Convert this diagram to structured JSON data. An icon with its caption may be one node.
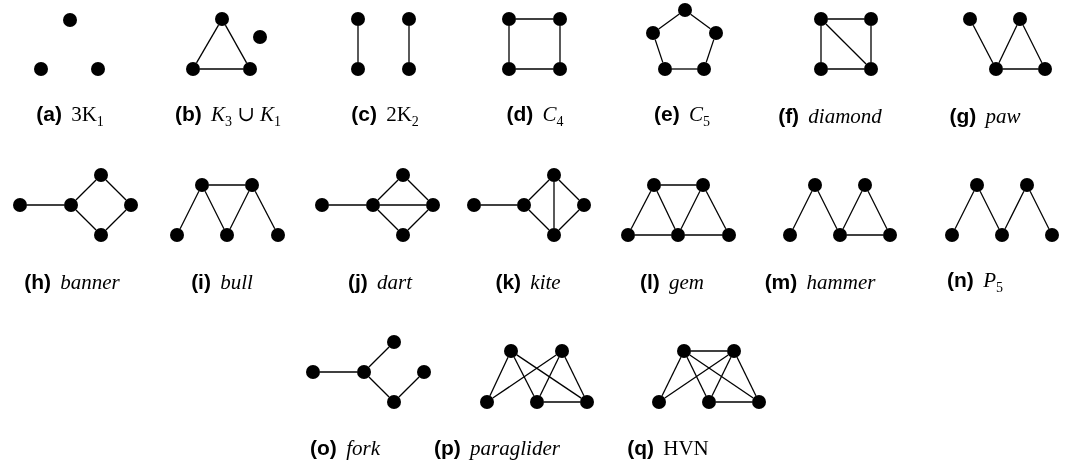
{
  "diagram": {
    "nodes": [
      {
        "text": [],
        "shape": "circle"
      },
      {
        "text": [],
        "shape": "circle"
      },
      {
        "text": [],
        "shape": "circle"
      },
      {
        "text": [],
        "shape": "circle"
      },
      {
        "text": [],
        "shape": "circle"
      },
      {
        "text": [],
        "shape": "circle"
      },
      {
        "text": [],
        "shape": "circle"
      },
      {
        "text": [],
        "shape": "circle"
      },
      {
        "text": [],
        "shape": "circle"
      },
      {
        "text": [],
        "shape": "circle"
      },
      {
        "text": [],
        "shape": "circle"
      },
      {
        "text": [],
        "shape": "circle"
      },
      {
        "text": [],
        "shape": "circle"
      },
      {
        "text": [],
        "shape": "circle"
      },
      {
        "text": [],
        "shape": "circle"
      },
      {
        "text": [],
        "shape": "circle"
      },
      {
        "text": [],
        "shape": "circle"
      },
      {
        "text": [],
        "shape": "circle"
      },
      {
        "text": [],
        "shape": "circle"
      },
      {
        "text": [],
        "shape": "circle"
      },
      {
        "text": [],
        "shape": "circle"
      },
      {
        "text": [],
        "shape": "circle"
      },
      {
        "text": [],
        "shape": "circle"
      },
      {
        "text": [],
        "shape": "circle"
      },
      {
        "text": [],
        "shape": "circle"
      },
      {
        "text": [],
        "shape": "circle"
      },
      {
        "text": [],
        "shape": "circle"
      },
      {
        "text": [],
        "shape": "circle"
      },
      {
        "text": [],
        "shape": "circle"
      },
      {
        "text": [],
        "shape": "circle"
      },
      {
        "text": [],
        "shape": "circle"
      },
      {
        "text": [],
        "shape": "circle"
      },
      {
        "text": [],
        "shape": "circle"
      },
      {
        "text": [],
        "shape": "circle"
      },
      {
        "text": [],
        "shape": "circle"
      },
      {
        "text": [],
        "shape": "circle"
      },
      {
        "text": [],
        "shape": "circle"
      },
      {
        "text": [],
        "shape": "circle"
      },
      {
        "text": [],
        "shape": "circle"
      },
      {
        "text": [],
        "shape": "circle"
      },
      {
        "text": [],
        "shape": "circle"
      },
      {
        "text": [],
        "shape": "circle"
      },
      {
        "text": [],
        "shape": "circle"
      },
      {
        "text": [],
        "shape": "circle"
      },
      {
        "text": [],
        "shape": "circle"
      },
      {
        "text": [],
        "shape": "circle"
      },
      {
        "text": [],
        "shape": "circle"
      },
      {
        "text": [],
        "shape": "circle"
      },
      {
        "text": [],
        "shape": "circle"
      },
      {
        "text": [],
        "shape": "circle"
      },
      {
        "text": [],
        "shape": "circle"
      },
      {
        "text": [],
        "shape": "circle"
      },
      {
        "text": [],
        "shape": "circle"
      },
      {
        "text": [],
        "shape": "circle"
      },
      {
        "text": [],
        "shape": "circle"
      },
      {
        "text": [],
        "shape": "circle"
      },
      {
        "text": [],
        "shape": "circle"
      },
      {
        "text": [],
        "shape": "circle"
      },
      {
        "text": [],
        "shape": "circle"
      },
      {
        "text": [],
        "shape": "circle"
      },
      {
        "text": [],
        "shape": "circle"
      },
      {
        "text": [],
        "shape": "circle"
      },
      {
        "text": [],
        "shape": "circle"
      },
      {
        "text": [],
        "shape": "circle"
      },
      {
        "text": [],
        "shape": "circle"
      },
      {
        "text": [],
        "shape": "circle"
      },
      {
        "text": [],
        "shape": "circle"
      },
      {
        "text": [],
        "shape": "circle"
      },
      {
        "text": [],
        "shape": "circle"
      },
      {
        "text": [],
        "shape": "circle"
      },
      {
        "text": [],
        "shape": "circle"
      },
      {
        "text": [],
        "shape": "circle"
      },
      {
        "text": [],
        "shape": "circle"
      },
      {
        "text": [],
        "shape": "circle"
      },
      {
        "text": [],
        "shape": "circle"
      },
      {
        "text": [],
        "shape": "circle"
      },
      {
        "text": [],
        "shape": "circle"
      },
      {
        "text": [],
        "shape": "circle"
      }
    ],
    "edges": [
      {
        "from": 3,
        "to": 4,
        "arrow": "none"
      },
      {
        "from": 3,
        "to": 5,
        "arrow": "none"
      },
      {
        "from": 4,
        "to": 5,
        "arrow": "none"
      },
      {
        "from": 7,
        "to": 8,
        "arrow": "none"
      },
      {
        "from": 9,
        "to": 10,
        "arrow": "none"
      },
      {
        "from": 11,
        "to": 12,
        "arrow": "none"
      },
      {
        "from": 11,
        "to": 13,
        "arrow": "none"
      },
      {
        "from": 12,
        "to": 14,
        "arrow": "none"
      },
      {
        "from": 13,
        "to": 14,
        "arrow": "none"
      },
      {
        "from": 15,
        "to": 16,
        "arrow": "none"
      },
      {
        "from": 15,
        "to": 17,
        "arrow": "none"
      },
      {
        "from": 16,
        "to": 18,
        "arrow": "none"
      },
      {
        "from": 17,
        "to": 19,
        "arrow": "none"
      },
      {
        "from": 18,
        "to": 19,
        "arrow": "none"
      },
      {
        "from": 20,
        "to": 21,
        "arrow": "none"
      },
      {
        "from": 20,
        "to": 22,
        "arrow": "none"
      },
      {
        "from": 21,
        "to": 23,
        "arrow": "none"
      },
      {
        "from": 22,
        "to": 23,
        "arrow": "none"
      },
      {
        "from": 20,
        "to": 23,
        "arrow": "none"
      },
      {
        "from": 24,
        "to": 26,
        "arrow": "none"
      },
      {
        "from": 25,
        "to": 26,
        "arrow": "none"
      },
      {
        "from": 25,
        "to": 27,
        "arrow": "none"
      },
      {
        "from": 26,
        "to": 27,
        "arrow": "none"
      },
      {
        "from": 28,
        "to": 29,
        "arrow": "none"
      },
      {
        "from": 29,
        "to": 30,
        "arrow": "none"
      },
      {
        "from": 29,
        "to": 32,
        "arrow": "none"
      },
      {
        "from": 30,
        "to": 31,
        "arrow": "none"
      },
      {
        "from": 31,
        "to": 32,
        "arrow": "none"
      },
      {
        "from": 33,
        "to": 34,
        "arrow": "none"
      },
      {
        "from": 34,
        "to": 35,
        "arrow": "none"
      },
      {
        "from": 35,
        "to": 36,
        "arrow": "none"
      },
      {
        "from": 36,
        "to": 37,
        "arrow": "none"
      },
      {
        "from": 34,
        "to": 36,
        "arrow": "none"
      },
      {
        "from": 38,
        "to": 39,
        "arrow": "none"
      },
      {
        "from": 39,
        "to": 40,
        "arrow": "none"
      },
      {
        "from": 39,
        "to": 42,
        "arrow": "none"
      },
      {
        "from": 39,
        "to": 41,
        "arrow": "none"
      },
      {
        "from": 40,
        "to": 41,
        "arrow": "none"
      },
      {
        "from": 42,
        "to": 41,
        "arrow": "none"
      },
      {
        "from": 43,
        "to": 44,
        "arrow": "none"
      },
      {
        "from": 44,
        "to": 45,
        "arrow": "none"
      },
      {
        "from": 44,
        "to": 47,
        "arrow": "none"
      },
      {
        "from": 45,
        "to": 47,
        "arrow": "none"
      },
      {
        "from": 45,
        "to": 46,
        "arrow": "none"
      },
      {
        "from": 47,
        "to": 46,
        "arrow": "none"
      },
      {
        "from": 48,
        "to": 49,
        "arrow": "none"
      },
      {
        "from": 50,
        "to": 51,
        "arrow": "none"
      },
      {
        "from": 51,
        "to": 52,
        "arrow": "none"
      },
      {
        "from": 50,
        "to": 48,
        "arrow": "none"
      },
      {
        "from": 48,
        "to": 51,
        "arrow": "none"
      },
      {
        "from": 51,
        "to": 49,
        "arrow": "none"
      },
      {
        "from": 49,
        "to": 52,
        "arrow": "none"
      },
      {
        "from": 55,
        "to": 53,
        "arrow": "none"
      },
      {
        "from": 53,
        "to": 56,
        "arrow": "none"
      },
      {
        "from": 56,
        "to": 54,
        "arrow": "none"
      },
      {
        "from": 54,
        "to": 57,
        "arrow": "none"
      },
      {
        "from": 56,
        "to": 57,
        "arrow": "none"
      },
      {
        "from": 60,
        "to": 58,
        "arrow": "none"
      },
      {
        "from": 58,
        "to": 61,
        "arrow": "none"
      },
      {
        "from": 61,
        "to": 59,
        "arrow": "none"
      },
      {
        "from": 59,
        "to": 62,
        "arrow": "none"
      },
      {
        "from": 63,
        "to": 64,
        "arrow": "none"
      },
      {
        "from": 64,
        "to": 65,
        "arrow": "none"
      },
      {
        "from": 64,
        "to": 67,
        "arrow": "none"
      },
      {
        "from": 67,
        "to": 66,
        "arrow": "none"
      },
      {
        "from": 68,
        "to": 70,
        "arrow": "none"
      },
      {
        "from": 68,
        "to": 71,
        "arrow": "none"
      },
      {
        "from": 68,
        "to": 72,
        "arrow": "none"
      },
      {
        "from": 69,
        "to": 70,
        "arrow": "none"
      },
      {
        "from": 69,
        "to": 71,
        "arrow": "none"
      },
      {
        "from": 69,
        "to": 72,
        "arrow": "none"
      },
      {
        "from": 71,
        "to": 72,
        "arrow": "none"
      },
      {
        "from": 73,
        "to": 74,
        "arrow": "none"
      },
      {
        "from": 73,
        "to": 75,
        "arrow": "none"
      },
      {
        "from": 73,
        "to": 76,
        "arrow": "none"
      },
      {
        "from": 73,
        "to": 77,
        "arrow": "none"
      },
      {
        "from": 74,
        "to": 75,
        "arrow": "none"
      },
      {
        "from": 74,
        "to": 76,
        "arrow": "none"
      },
      {
        "from": 74,
        "to": 77,
        "arrow": "none"
      },
      {
        "from": 76,
        "to": 77,
        "arrow": "none"
      }
    ],
    "labels": [
      "**(a)** 3K$_{1}$",
      "**(b)** *K*$_{3}$ ∪ *K*$_{1}$",
      "**(c)** 2K$_{2}$",
      "**(d)** *C*$_{4}$",
      "**(e)** *C*$_{5}$",
      "**(f)** *diamond*",
      "**(g)** *paw*",
      "**(h)** *banner*",
      "**(i)** *bull*",
      "**(j)** *dart*",
      "**(k)** *kite*",
      "**(l)** *gem*",
      "**(m)** *hammer*",
      "**(n)** *P*$_{5}$",
      "**(o)** *fork*",
      "**(p)** *paraglider*",
      "**(q)** HVN"
    ]
  }
}
